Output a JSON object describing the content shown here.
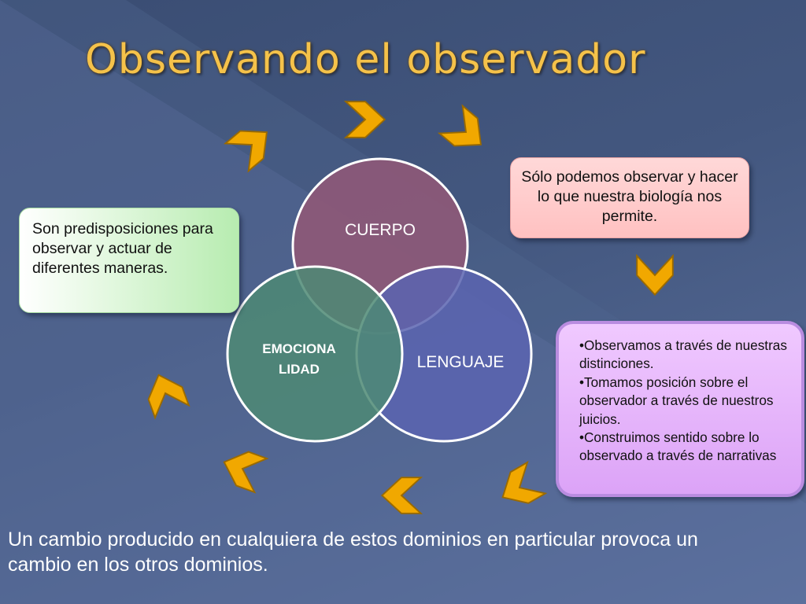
{
  "title": "Observando el observador",
  "colors": {
    "accent_gold": "#f1a800",
    "circle_cuerpo": "#8b5878",
    "circle_lenguaje": "#5a64b0",
    "circle_emocionalidad": "#4e8a74"
  },
  "venn": {
    "cuerpo": "CUERPO",
    "lenguaje": "LENGUAJE",
    "emocionalidad_line1": "EMOCIONA",
    "emocionalidad_line2": "LIDAD"
  },
  "boxes": {
    "green": "Son predisposiciones para observar y actuar de diferentes maneras.",
    "pink": "Sólo podemos observar y hacer lo que nuestra biología nos permite.",
    "purple": [
      "•Observamos a través de nuestras distinciones.",
      "•Tomamos posición sobre el observador a través de nuestros juicios.",
      "•Construimos sentido sobre lo observado a través de narrativas"
    ]
  },
  "bottom_text": "Un cambio producido en cualquiera de estos dominios en particular provoca un cambio en los otros dominios."
}
